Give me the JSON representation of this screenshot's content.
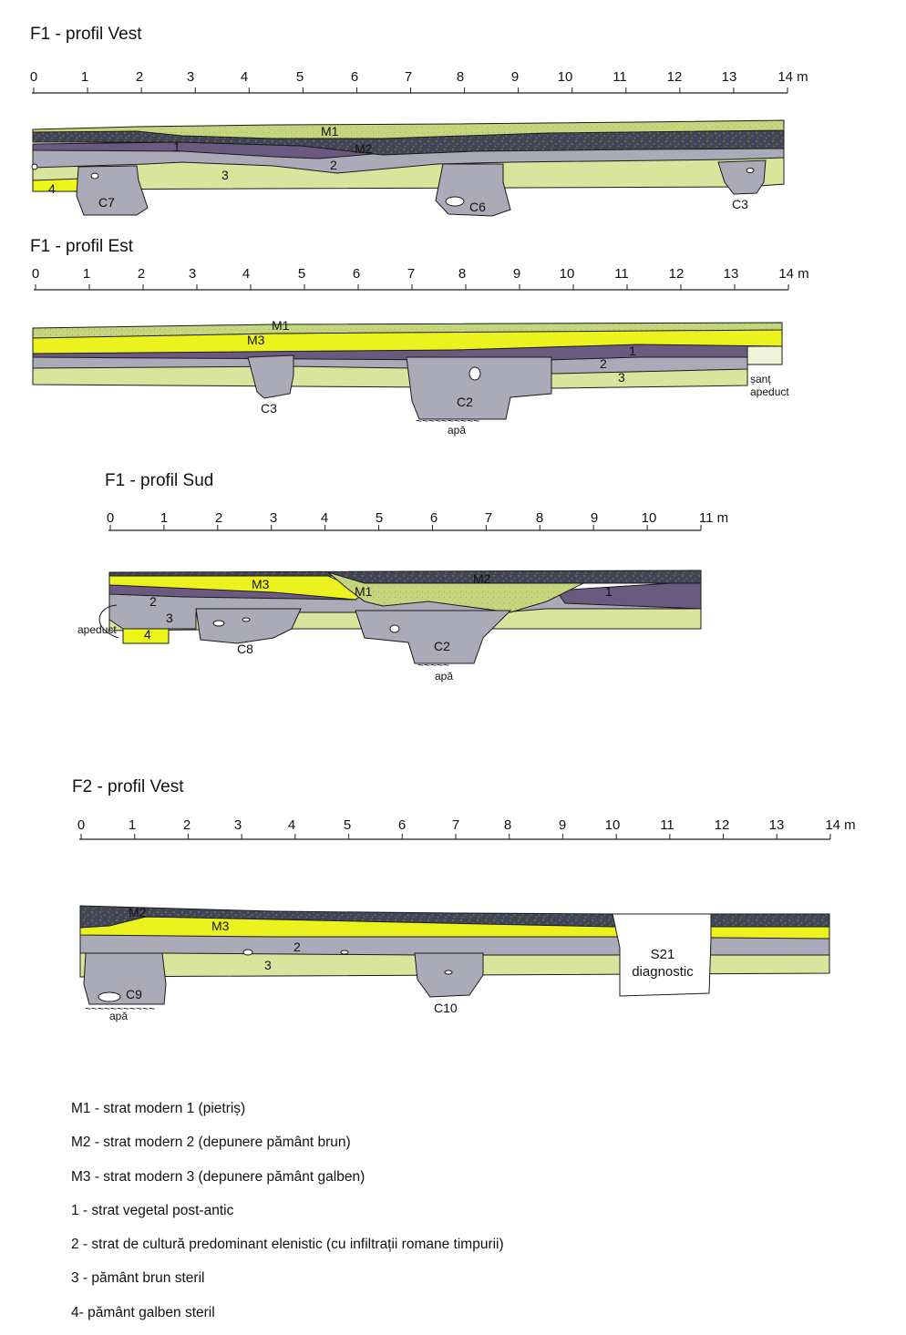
{
  "profiles": {
    "f1_vest": {
      "title": "F1 - profil Vest",
      "scale": {
        "ticks": [
          "0",
          "1",
          "2",
          "3",
          "4",
          "5",
          "6",
          "7",
          "8",
          "9",
          "10",
          "11",
          "12",
          "13",
          "14 m"
        ]
      },
      "layers": {
        "m1": "M1",
        "m2": "M2",
        "l1": "1",
        "l2": "2",
        "l3": "3",
        "l4": "4"
      },
      "features": {
        "c7": "C7",
        "c6": "C6",
        "c3": "C3"
      }
    },
    "f1_est": {
      "title": "F1 - profil Est",
      "scale": {
        "ticks": [
          "0",
          "1",
          "2",
          "3",
          "4",
          "5",
          "6",
          "7",
          "8",
          "9",
          "10",
          "11",
          "12",
          "13",
          "14 m"
        ]
      },
      "layers": {
        "m1": "M1",
        "m3": "M3",
        "l1": "1",
        "l2": "2",
        "l3": "3"
      },
      "features": {
        "c3": "C3",
        "c2": "C2"
      },
      "notes": {
        "sant_1": "șanț",
        "sant_2": "apeduct",
        "water_waves": "~~~~~~~~~~",
        "water": "apă"
      }
    },
    "f1_sud": {
      "title": "F1 - profil Sud",
      "scale": {
        "ticks": [
          "0",
          "1",
          "2",
          "3",
          "4",
          "5",
          "6",
          "7",
          "8",
          "9",
          "10",
          "11 m"
        ]
      },
      "layers": {
        "m3": "M3",
        "m1": "M1",
        "m2": "M2",
        "l1": "1",
        "l2": "2",
        "l3": "3",
        "l4": "4"
      },
      "features": {
        "c8": "C8",
        "c2": "C2"
      },
      "notes": {
        "apeduct": "apeduct",
        "water_waves": "~~~~~",
        "water": "apă"
      }
    },
    "f2_vest": {
      "title": "F2 - profil Vest",
      "scale": {
        "ticks": [
          "0",
          "1",
          "2",
          "3",
          "4",
          "5",
          "6",
          "7",
          "8",
          "9",
          "10",
          "11",
          "12",
          "13",
          "14 m"
        ]
      },
      "layers": {
        "m2": "M2",
        "m3": "M3",
        "l2": "2",
        "l3": "3"
      },
      "features": {
        "c9": "C9",
        "c10": "C10",
        "s21_1": "S21",
        "s21_2": "diagnostic"
      },
      "notes": {
        "water_waves": "~~~~~~~~~~~",
        "water": "apă"
      }
    }
  },
  "legend": [
    "M1 - strat modern 1 (pietriș)",
    "M2 - strat modern 2 (depunere pământ brun)",
    "M3 - strat modern 3 (depunere pământ galben)",
    "1 - strat vegetal post-antic",
    "2 - strat de cultură predominant elenistic (cu infiltrații romane timpurii)",
    "3 - pământ brun steril",
    "4- pământ galben steril"
  ],
  "colors": {
    "m1": "#c6d67e",
    "m2": "#3f4658",
    "m3": "#ecf21d",
    "layer1": "#6b5a80",
    "layer2": "#abaab8",
    "layer3": "#d9e59c",
    "layer4": "#eef51a",
    "outline": "#1a1a1a"
  }
}
